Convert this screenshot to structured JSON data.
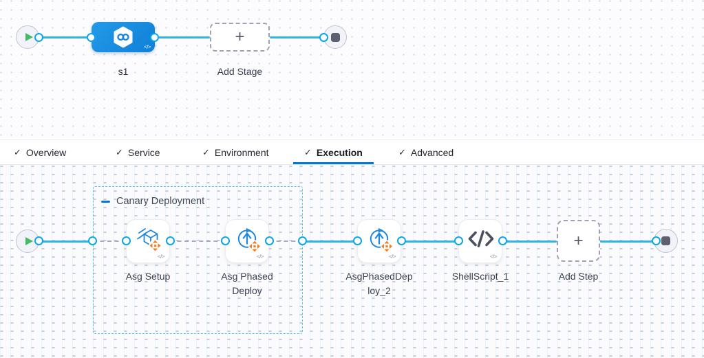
{
  "colors": {
    "accent_blue": "#0278d5",
    "connector_blue": "#2fb3e9",
    "group_border_blue": "#49c5f0",
    "icon_blue": "#1e87e0",
    "icon_orange": "#f67e24"
  },
  "stage_canvas": {
    "stage_label": "s1",
    "add_stage_label": "Add Stage",
    "plus_glyph": "+",
    "code_badge_glyph": "</>"
  },
  "tabs": {
    "check_glyph": "✓",
    "items": [
      {
        "label": "Overview",
        "checked": true,
        "active": false
      },
      {
        "label": "Service",
        "checked": true,
        "active": false
      },
      {
        "label": "Environment",
        "checked": true,
        "active": false
      },
      {
        "label": "Execution",
        "checked": true,
        "active": true
      },
      {
        "label": "Advanced",
        "checked": true,
        "active": false
      }
    ]
  },
  "execution": {
    "group_label": "Canary Deployment",
    "steps": [
      {
        "label": "Asg Setup",
        "icon": "asg-setup-icon"
      },
      {
        "label": "Asg Phased Deploy",
        "icon": "asg-phased-deploy-icon"
      },
      {
        "label": "AsgPhasedDeploy_2",
        "icon": "asg-phased-deploy-icon"
      },
      {
        "label": "ShellScript_1",
        "icon": "shell-script-icon"
      }
    ],
    "add_step_label": "Add Step",
    "plus_glyph": "+",
    "code_badge_glyph": "</>"
  }
}
